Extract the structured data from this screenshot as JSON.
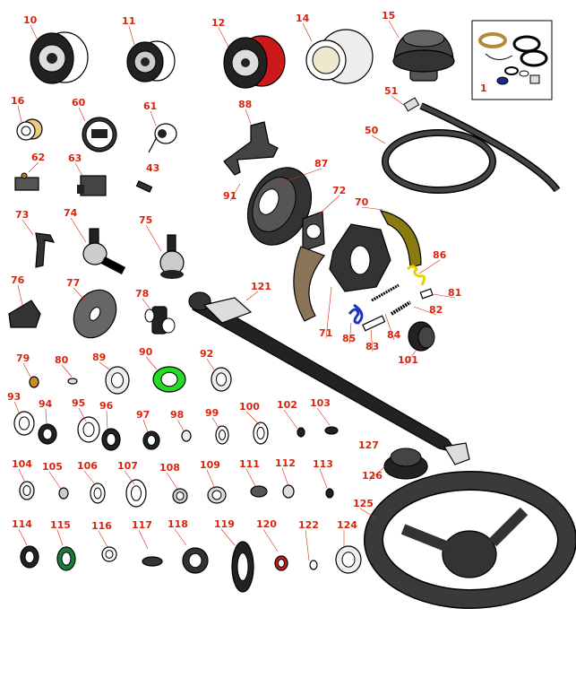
{
  "diagram": {
    "callouts": [
      "10",
      "11",
      "12",
      "14",
      "15",
      "1",
      "16",
      "60",
      "61",
      "88",
      "51",
      "50",
      "62",
      "63",
      "43",
      "87",
      "91",
      "72",
      "70",
      "73",
      "74",
      "75",
      "86",
      "76",
      "77",
      "78",
      "121",
      "81",
      "82",
      "71",
      "85",
      "84",
      "83",
      "101",
      "79",
      "80",
      "89",
      "90",
      "92",
      "93",
      "94",
      "95",
      "96",
      "97",
      "98",
      "99",
      "100",
      "102",
      "103",
      "127",
      "126",
      "104",
      "105",
      "106",
      "107",
      "108",
      "109",
      "111",
      "112",
      "113",
      "125",
      "114",
      "115",
      "116",
      "117",
      "118",
      "119",
      "120",
      "122",
      "124"
    ],
    "colors": {
      "label": "#d8250f",
      "tire_red": "#cc1a1a",
      "highlight_green": "#22dd22",
      "shoe_brown": "#8a7458",
      "bracket_olive": "#8a7a10",
      "spring_blue": "#2233bb",
      "spring_yellow": "#e8d000"
    }
  }
}
